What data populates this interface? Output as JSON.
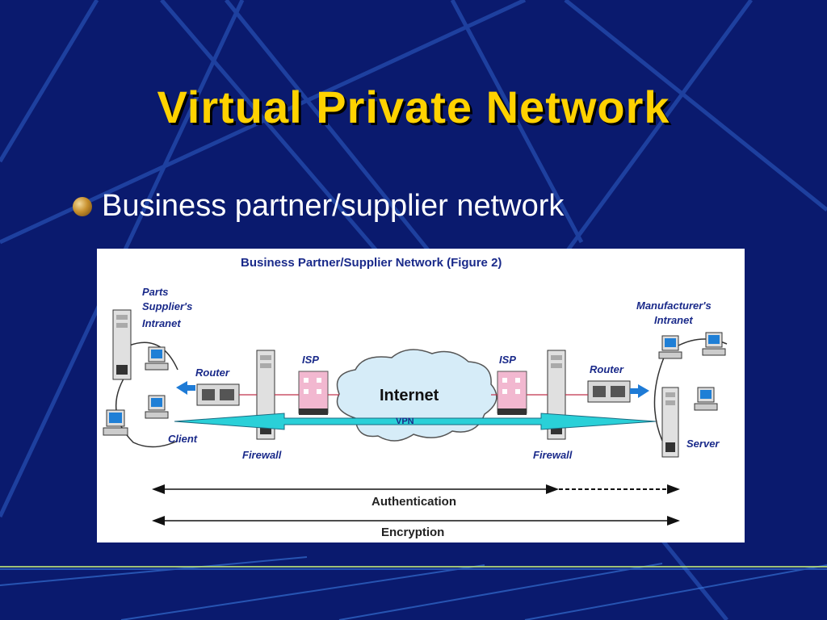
{
  "slide": {
    "title": "Virtual Private Network",
    "bullet": "Business partner/supplier network"
  },
  "figure": {
    "title": "Business Partner/Supplier Network (Figure 2)",
    "left_site_label": [
      "Parts",
      "Supplier's",
      "Intranet"
    ],
    "right_site_label": [
      "Manufacturer's",
      "Intranet"
    ],
    "router_left": "Router",
    "router_right": "Router",
    "isp_left": "ISP",
    "isp_right": "ISP",
    "internet": "Internet",
    "vpn": "VPN",
    "client": "Client",
    "server": "Server",
    "firewall_left": "Firewall",
    "firewall_right": "Firewall",
    "authentication": "Authentication",
    "encryption": "Encryption"
  },
  "colors": {
    "background": "#0a1a6e",
    "title": "#ffd200",
    "diagram_text": "#1a2a8a",
    "tunnel": "#2ad0d8",
    "arrow_blue": "#1e7bd6"
  }
}
